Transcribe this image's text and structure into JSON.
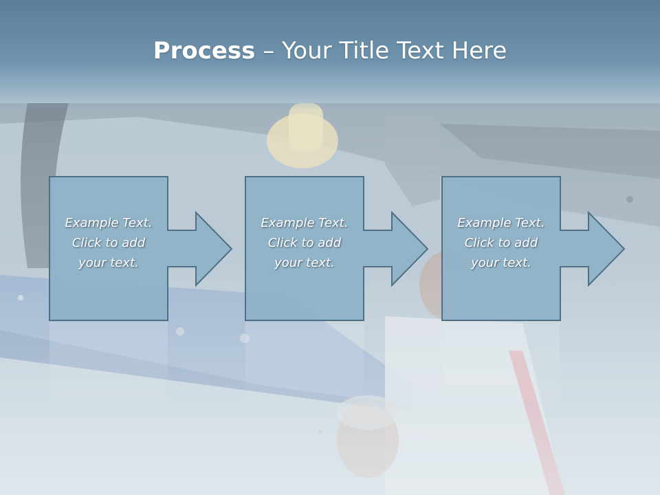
{
  "slide": {
    "title_bold": "Process",
    "title_dash": " – ",
    "title_rest": "Your Title Text Here"
  },
  "steps": [
    {
      "line1": "Example Text.",
      "line2": "Click  to add",
      "line3": "your text."
    },
    {
      "line1": "Example Text.",
      "line2": "Click  to add",
      "line3": "your text."
    },
    {
      "line1": "Example Text.",
      "line2": "Click  to add",
      "line3": "your text."
    }
  ],
  "colors": {
    "title_band": "#6f93ad",
    "box_fill": "#8fb2c8",
    "box_stroke": "#4f6f86",
    "text": "#ffffff"
  }
}
